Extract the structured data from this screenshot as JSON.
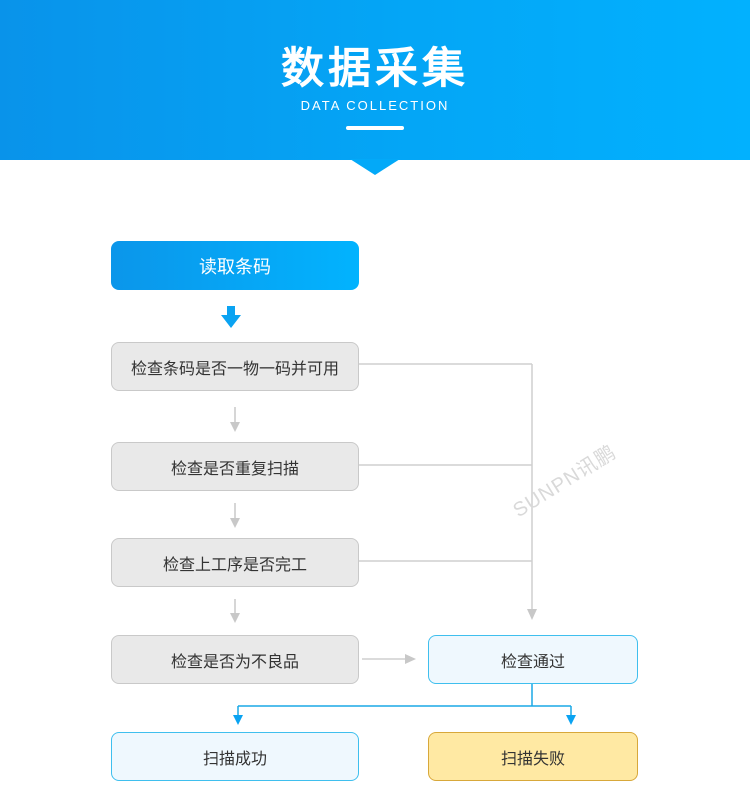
{
  "header": {
    "title": "数据采集",
    "subtitle": "DATA COLLECTION",
    "gradient_start": "#0993ea",
    "gradient_end": "#02b1fe"
  },
  "flow": {
    "start": "读取条码",
    "steps": [
      "检查条码是否一物一码并可用",
      "检查是否重复扫描",
      "检查上工序是否完工",
      "检查是否为不良品"
    ],
    "check_pass": "检查通过",
    "results": {
      "success": "扫描成功",
      "failure": "扫描失败"
    }
  },
  "watermark": "SUNPN讯鹏",
  "colors": {
    "primary": "#04a6f6",
    "connector_gray": "#cccccc",
    "connector_blue": "#1aa9e6",
    "success_bg": "#eff8fe",
    "failure_bg": "#ffe9a3"
  }
}
